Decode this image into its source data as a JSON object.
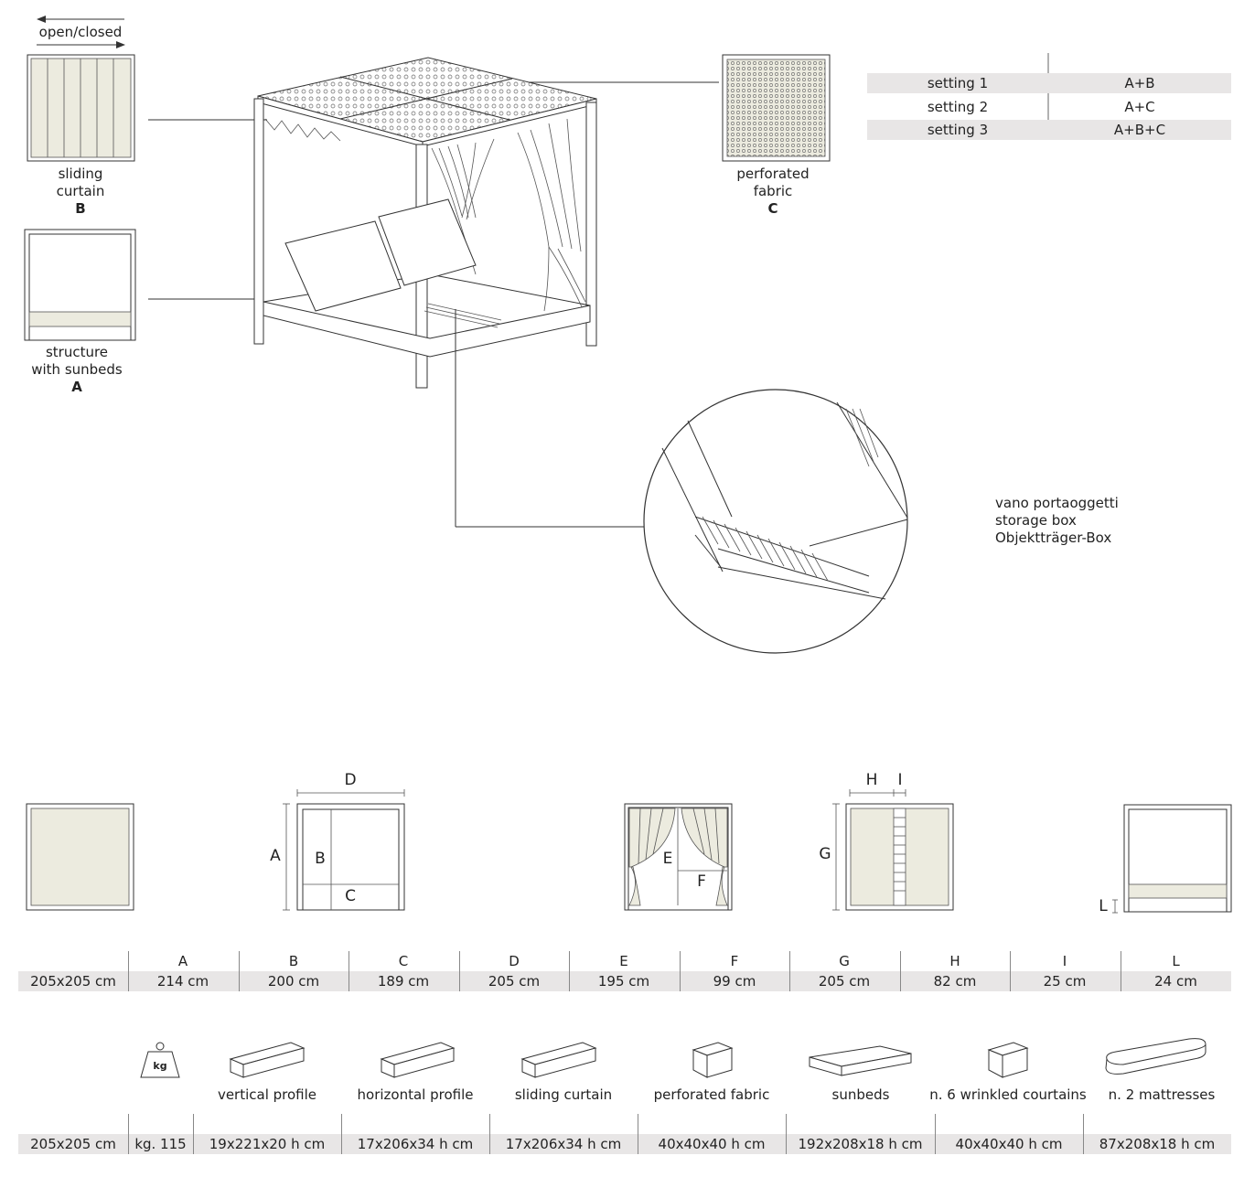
{
  "open_closed_label": "open/closed",
  "components": {
    "sliding_curtain": {
      "name_line1": "sliding",
      "name_line2": "curtain",
      "letter": "B"
    },
    "structure": {
      "name_line1": "structure",
      "name_line2": "with sunbeds",
      "letter": "A"
    },
    "perforated_fabric": {
      "name_line1": "perforated",
      "name_line2": "fabric",
      "letter": "C"
    }
  },
  "settings": [
    {
      "name": "setting 1",
      "value": "A+B"
    },
    {
      "name": "setting 2",
      "value": "A+C"
    },
    {
      "name": "setting 3",
      "value": "A+B+C"
    }
  ],
  "storage_box": {
    "line1": "vano portaoggetti",
    "line2": "storage box",
    "line3": "Objektträger-Box"
  },
  "diagram_letters": {
    "a": "A",
    "b": "B",
    "c": "C",
    "d": "D",
    "e": "E",
    "f": "F",
    "g": "G",
    "h": "H",
    "i": "I",
    "l": "L"
  },
  "dimensions": {
    "headers": [
      "A",
      "B",
      "C",
      "D",
      "E",
      "F",
      "G",
      "H",
      "I",
      "L"
    ],
    "size": "205x205 cm",
    "values": [
      "214 cm",
      "200 cm",
      "189 cm",
      "205 cm",
      "195 cm",
      "99 cm",
      "205 cm",
      "82 cm",
      "25 cm",
      "24 cm"
    ]
  },
  "packages": {
    "weight_icon_text": "kg",
    "labels": [
      "vertical profile",
      "horizontal profile",
      "sliding curtain",
      "perforated fabric",
      "sunbeds",
      "n. 6 wrinkled courtains",
      "n. 2 mattresses"
    ],
    "size": "205x205 cm",
    "weight": "kg. 115",
    "values": [
      "19x221x20 h cm",
      "17x206x34 h cm",
      "17x206x34 h cm",
      "40x40x40 h cm",
      "192x208x18 h cm",
      "40x40x40 h cm",
      "87x208x18 h cm"
    ]
  }
}
